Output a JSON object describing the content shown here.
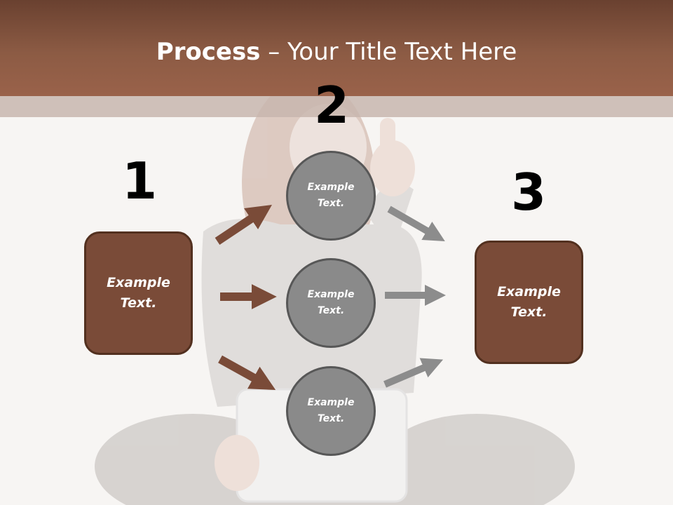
{
  "slide": {
    "title_bold": "Process",
    "title_rest": " – Your Title Text Here",
    "numbers": [
      "1",
      "2",
      "3"
    ],
    "left_box": {
      "text": "Example Text."
    },
    "right_box": {
      "text": "Example Text."
    },
    "circles": [
      {
        "text": "Example Text."
      },
      {
        "text": "Example Text."
      },
      {
        "text": "Example Text."
      }
    ]
  },
  "colors": {
    "header": "#8c5b44",
    "box_fill": "#7a4b38",
    "box_border": "#52301f",
    "circle_fill": "#8a8a8a",
    "circle_border": "#575757",
    "arrow_brown": "#7a4b38",
    "arrow_gray": "#8c8c8c"
  },
  "icons": {
    "background_image": "woman-sitting-with-laptop-thumbs-up-photo",
    "arrows": "arrow-right"
  }
}
